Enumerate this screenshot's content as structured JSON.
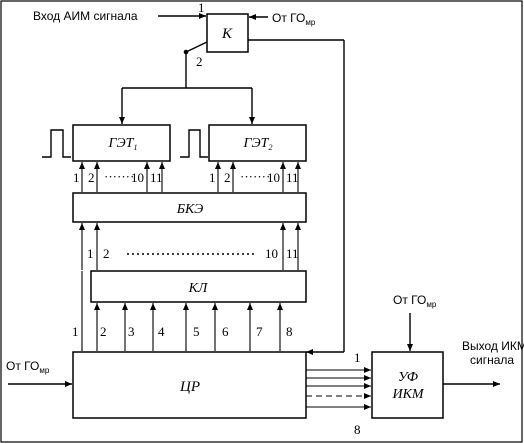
{
  "blocks": {
    "k": "К",
    "get1": "ГЭТ",
    "get1_sub": "1",
    "get2": "ГЭТ",
    "get2_sub": "2",
    "bke": "БКЭ",
    "kl": "КЛ",
    "cr": "ЦР",
    "uf_line1": "УФ",
    "uf_line2": "ИКМ"
  },
  "labels": {
    "input_aim": "Вход АИМ сигнала",
    "from_go_prefix": "От ГО",
    "from_go_sub": "мр",
    "output_ikm_line1": "Выход ИКМ",
    "output_ikm_line2": "сигнала",
    "port_1": "1",
    "port_2": "2",
    "port_8": "8"
  },
  "get_ports": [
    "1",
    "2",
    "10",
    "11"
  ],
  "bke_ports": [
    "1",
    "2",
    "10",
    "11"
  ],
  "kl_ports": [
    "1",
    "2",
    "3",
    "4",
    "5",
    "6",
    "7",
    "8"
  ]
}
